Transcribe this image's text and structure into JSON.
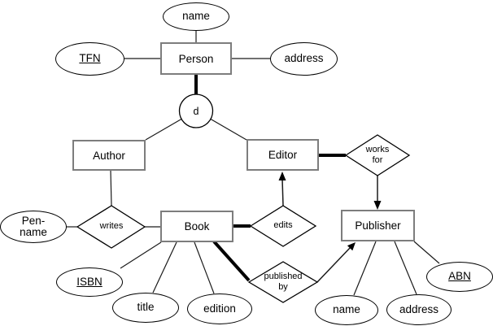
{
  "diagram": {
    "type": "entity-relationship",
    "entities": {
      "person": "Person",
      "author": "Author",
      "editor": "Editor",
      "book": "Book",
      "publisher": "Publisher"
    },
    "attributes": {
      "person_name": "name",
      "person_tfn": "TFN",
      "person_address": "address",
      "author_pen_name": "Pen-\nname",
      "book_isbn": "ISBN",
      "book_title": "title",
      "book_edition": "edition",
      "publisher_name": "name",
      "publisher_address": "address",
      "publisher_abn": "ABN"
    },
    "key_attributes": [
      "TFN",
      "ISBN",
      "ABN"
    ],
    "relationships": {
      "writes": "writes",
      "edits": "edits",
      "works_for": "works\nfor",
      "published_by": "published\nby"
    },
    "specialization": "d",
    "colors": {
      "background": "#ffffff",
      "entity_border": "#7d7d7d",
      "shape_stroke": "#000000",
      "connector": "#1a1a1a",
      "thick_connector": "#000000",
      "text": "#000000"
    }
  }
}
